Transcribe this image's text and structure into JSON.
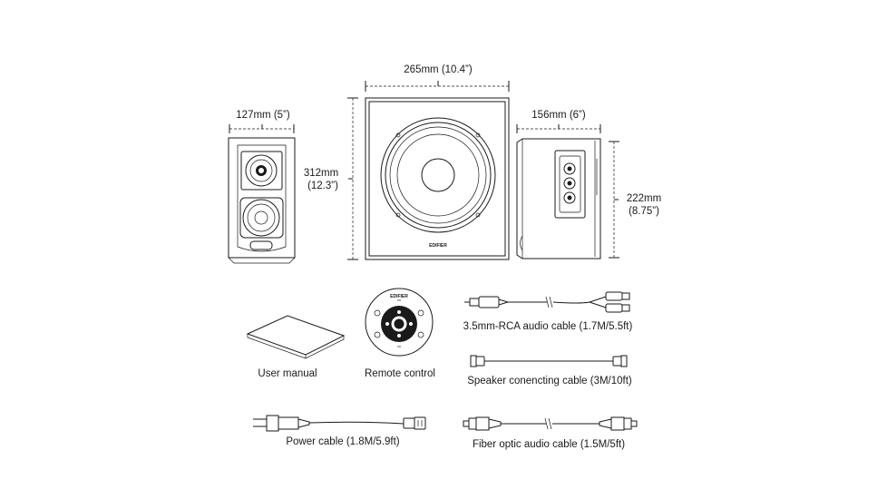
{
  "dimensions": {
    "satellite_width": "127mm (5”)",
    "sub_width": "265mm (10.4”)",
    "sub_height_line1": "312mm",
    "sub_height_line2": "(12.3”)",
    "sub_depth": "156mm (6”)",
    "sub_side_height_line1": "222mm",
    "sub_side_height_line2": "(8.75”)"
  },
  "brand_mark": "EDIFIER",
  "accessories": {
    "user_manual": "User manual",
    "remote_control": "Remote control",
    "rca_cable": "3.5mm-RCA audio cable (1.7M/5.5ft)",
    "speaker_cable": "Speaker conencting cable (3M/10ft)",
    "power_cable": "Power cable (1.8M/5.9ft)",
    "optical_cable": "Fiber optic audio cable (1.5M/5ft)"
  }
}
